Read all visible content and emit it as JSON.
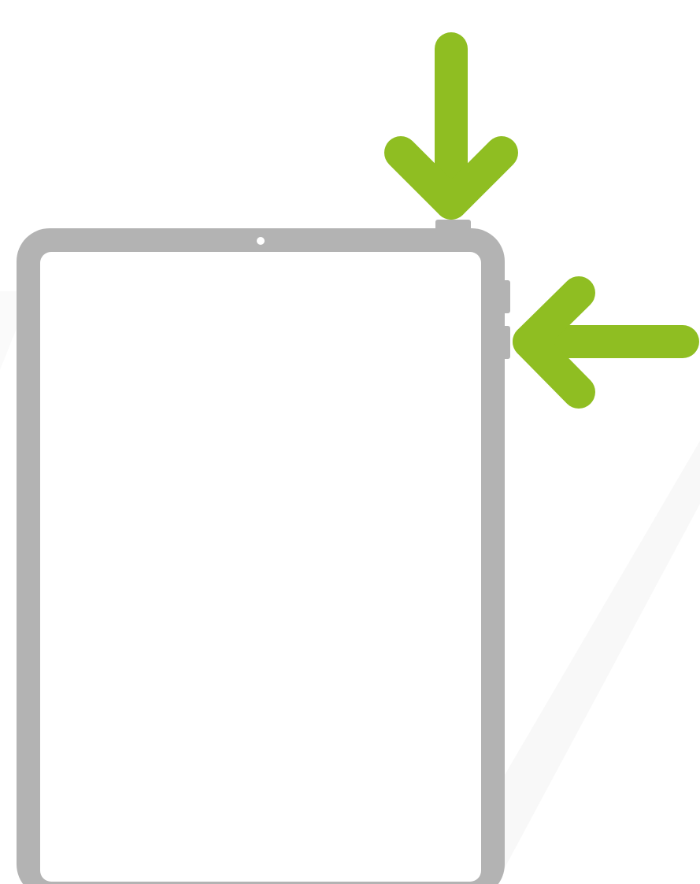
{
  "diagram": {
    "colors": {
      "background": "#ffffff",
      "device_frame": "#b3b3b3",
      "screen": "#ffffff",
      "camera": "#ffffff",
      "arrow": "#8fbe22",
      "watermark": "#f2f2f2"
    },
    "device": {
      "icon": "tablet-outline-icon"
    },
    "buttons": [
      {
        "name": "top-button",
        "icon": "top-button-icon",
        "highlighted": true
      },
      {
        "name": "volume-up-button",
        "icon": "volume-button-icon",
        "highlighted": false
      },
      {
        "name": "volume-down-button",
        "icon": "volume-button-icon",
        "highlighted": true
      }
    ],
    "arrows": [
      {
        "name": "arrow-down-to-top-button",
        "icon": "arrow-down-icon",
        "points_to": "top-button"
      },
      {
        "name": "arrow-left-to-volume-button",
        "icon": "arrow-left-icon",
        "points_to": "volume-down-button"
      }
    ]
  }
}
